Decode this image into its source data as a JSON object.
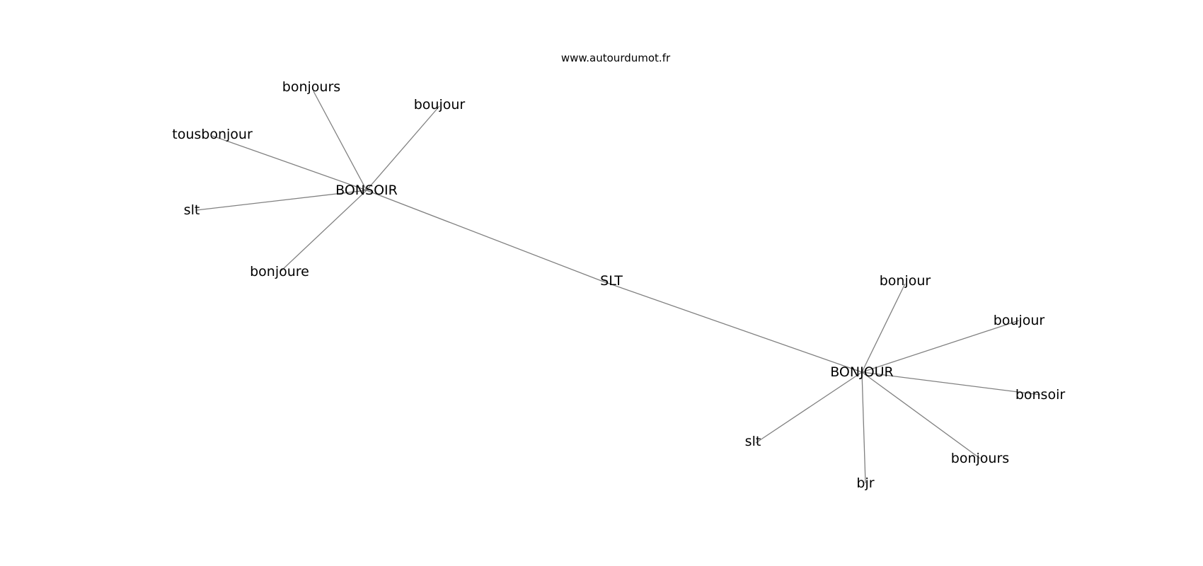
{
  "watermark": "www.autourdumot.fr",
  "graph": {
    "nodes": [
      {
        "id": "slt_center",
        "label": "SLT"
      },
      {
        "id": "bonsoir_hub",
        "label": "BONSOIR"
      },
      {
        "id": "bonjour_hub",
        "label": "BONJOUR"
      },
      {
        "id": "n_bonjours_1",
        "label": "bonjours"
      },
      {
        "id": "n_boujour_1",
        "label": "boujour"
      },
      {
        "id": "n_tousbonjour",
        "label": "tousbonjour"
      },
      {
        "id": "n_slt_1",
        "label": "slt"
      },
      {
        "id": "n_bonjoure",
        "label": "bonjoure"
      },
      {
        "id": "n_bonjour_2",
        "label": "bonjour"
      },
      {
        "id": "n_boujour_2",
        "label": "boujour"
      },
      {
        "id": "n_bonsoir_2",
        "label": "bonsoir"
      },
      {
        "id": "n_bonjours_2",
        "label": "bonjours"
      },
      {
        "id": "n_bjr",
        "label": "bjr"
      },
      {
        "id": "n_slt_2",
        "label": "slt"
      }
    ],
    "edges": [
      {
        "source": "slt_center",
        "target": "bonsoir_hub"
      },
      {
        "source": "slt_center",
        "target": "bonjour_hub"
      },
      {
        "source": "bonsoir_hub",
        "target": "n_bonjours_1"
      },
      {
        "source": "bonsoir_hub",
        "target": "n_boujour_1"
      },
      {
        "source": "bonsoir_hub",
        "target": "n_tousbonjour"
      },
      {
        "source": "bonsoir_hub",
        "target": "n_slt_1"
      },
      {
        "source": "bonsoir_hub",
        "target": "n_bonjoure"
      },
      {
        "source": "bonjour_hub",
        "target": "n_bonjour_2"
      },
      {
        "source": "bonjour_hub",
        "target": "n_boujour_2"
      },
      {
        "source": "bonjour_hub",
        "target": "n_bonsoir_2"
      },
      {
        "source": "bonjour_hub",
        "target": "n_bonjours_2"
      },
      {
        "source": "bonjour_hub",
        "target": "n_bjr"
      },
      {
        "source": "bonjour_hub",
        "target": "n_slt_2"
      }
    ]
  }
}
